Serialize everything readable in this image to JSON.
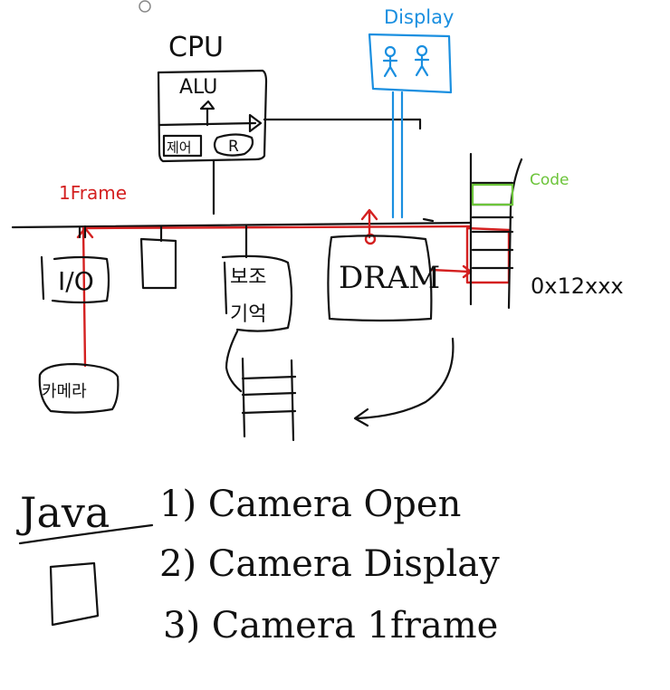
{
  "colors": {
    "ink": "#111111",
    "frame_path": "#d42020",
    "display": "#1a8fe0",
    "code": "#6cc43a"
  },
  "diagram": {
    "cpu": {
      "title": "CPU",
      "alu": "ALU",
      "control": "제어",
      "register": "R"
    },
    "display": {
      "label": "Display",
      "icons": [
        "person-icon",
        "person-icon"
      ]
    },
    "frame_label": "1Frame",
    "io": "I/O",
    "storage": {
      "line1": "보조",
      "line2": "기억"
    },
    "dram": "DRAM",
    "camera": "카메라",
    "code_label": "Code",
    "address": "0x12xxx"
  },
  "notes": {
    "java": "Java",
    "steps": [
      "1) Camera Open",
      "2) Camera Display",
      "3) Camera 1frame"
    ]
  }
}
